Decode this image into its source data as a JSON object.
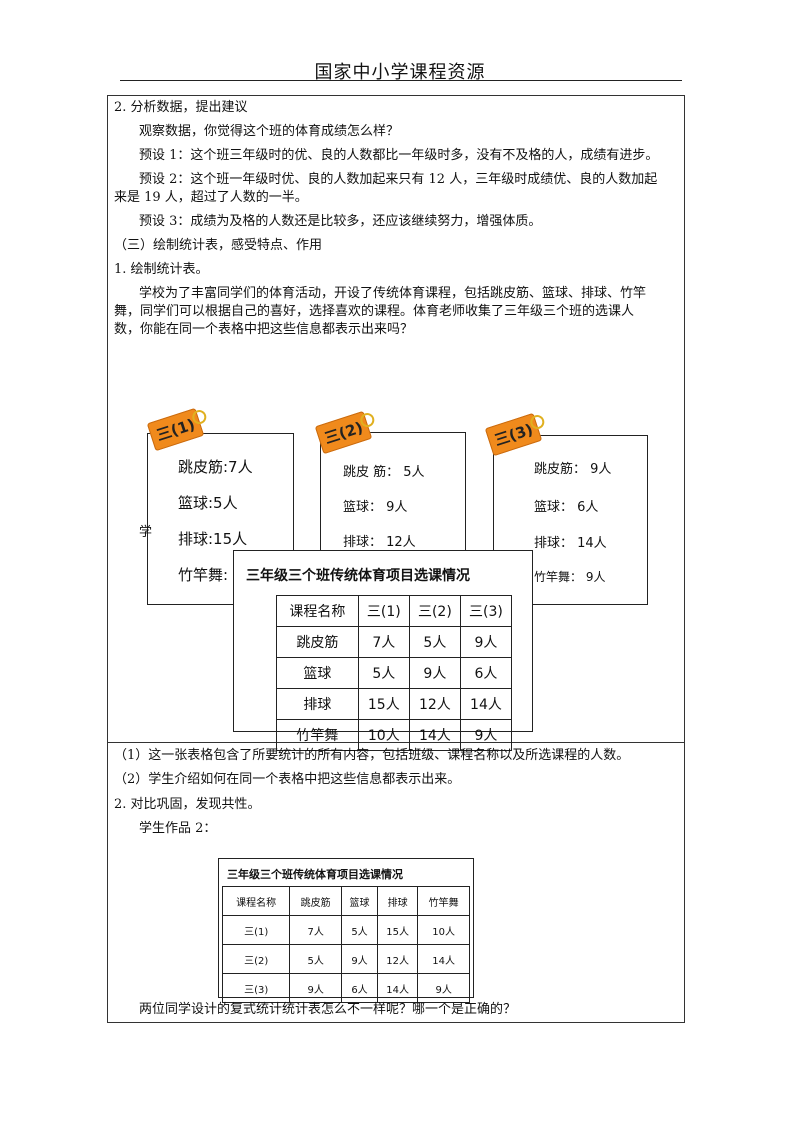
{
  "header": {
    "title": "国家中小学课程资源"
  },
  "section2": {
    "heading": "2. 分析数据，提出建议",
    "question": "观察数据，你觉得这个班的体育成绩怎么样？",
    "p1": "预设 1：这个班三年级时的优、良的人数都比一年级时多，没有不及格的人，成绩有进步。",
    "p2_line1": "预设 2：这个班一年级时优、良的人数加起来只有 12 人，三年级时成绩优、良的人数加起",
    "p2_line2": "来是 19 人，超过了人数的一半。",
    "p3": "预设 3：成绩为及格的人数还是比较多，还应该继续努力，增强体质。"
  },
  "section3": {
    "heading": "（三）绘制统计表，感受特点、作用",
    "sub1": "1. 绘制统计表。",
    "intro_line1": "学校为了丰富同学们的体育活动，开设了传统体育课程，包括跳皮筋、篮球、排球、竹竿",
    "intro_line2": "舞，同学们可以根据自己的喜好，选择喜欢的课程。体育老师收集了三年级三个班的选课人",
    "intro_line3": "数，你能在同一个表格中把这些信息都表示出来吗？",
    "hidden_label": "学"
  },
  "cards": [
    {
      "tag": "三(1)",
      "rows": [
        "跳皮筋:7人",
        "篮球:5人",
        "排球:15人",
        "竹竿舞:"
      ]
    },
    {
      "tag": "三(2)",
      "rows": [
        "跳皮 筋： 5人",
        "篮球：  9人",
        "排球：  12人"
      ]
    },
    {
      "tag": "三(3)",
      "rows": [
        "跳皮筋： 9人",
        "篮球：  6人",
        "排球：  14人",
        "竹竿舞： 9人"
      ]
    }
  ],
  "table1": {
    "title": "三年级三个班传统体育项目选课情况",
    "header": [
      "课程名称",
      "三(1)",
      "三(2)",
      "三(3)"
    ],
    "rows": [
      [
        "跳皮筋",
        "7人",
        "5人",
        "9人"
      ],
      [
        "篮球",
        "5人",
        "9人",
        "6人"
      ],
      [
        "排球",
        "15人",
        "12人",
        "14人"
      ],
      [
        "竹竿舞",
        "10人",
        "14人",
        "9人"
      ]
    ]
  },
  "notes": {
    "n1": "（1）这一张表格包含了所要统计的所有内容，包括班级、课程名称以及所选课程的人数。",
    "n2": "（2）学生介绍如何在同一个表格中把这些信息都表示出来。"
  },
  "section_compare": {
    "heading": "2. 对比巩固，发现共性。",
    "work_label": "学生作品 2："
  },
  "table2": {
    "title": "三年级三个班传统体育项目选课情况",
    "header": [
      "课程名称",
      "跳皮筋",
      "篮球",
      "排球",
      "竹竿舞"
    ],
    "rows": [
      [
        "三(1)",
        "7人",
        "5人",
        "15人",
        "10人"
      ],
      [
        "三(2)",
        "5人",
        "9人",
        "12人",
        "14人"
      ],
      [
        "三(3)",
        "9人",
        "6人",
        "14人",
        "9人"
      ]
    ]
  },
  "closing": {
    "question": "两位同学设计的复式统计统计表怎么不一样呢？哪一个是正确的？"
  }
}
